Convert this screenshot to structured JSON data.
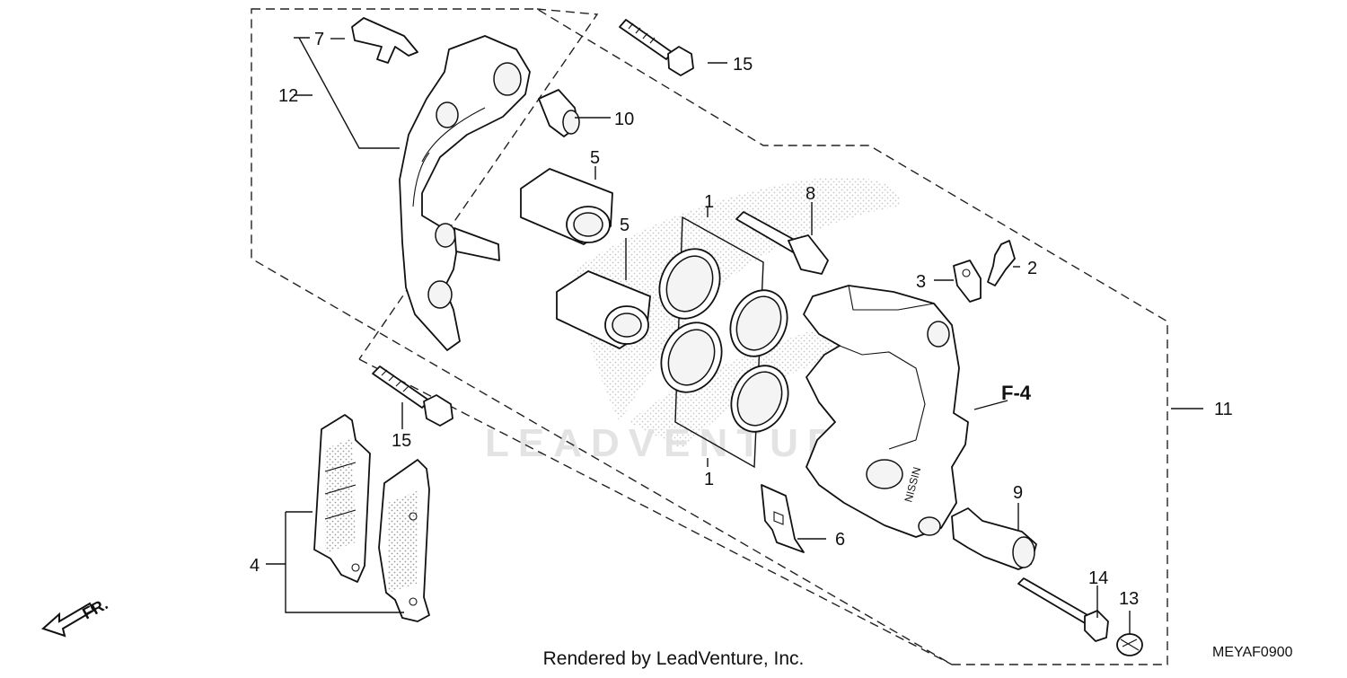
{
  "diagram": {
    "callouts": {
      "c1a": "1",
      "c1b": "1",
      "c2": "2",
      "c3": "3",
      "c4": "4",
      "c5a": "5",
      "c5b": "5",
      "c6": "6",
      "c7": "7",
      "c8": "8",
      "c9": "9",
      "c10": "10",
      "c11": "11",
      "c12": "12",
      "c13": "13",
      "c14": "14",
      "c15a": "15",
      "c15b": "15"
    },
    "reference_label": "F-4",
    "direction_label": "FR.",
    "watermark": "LEADVENTURE",
    "footer_credit": "Rendered by LeadVenture, Inc.",
    "diagram_code": "MEYAF0900"
  }
}
